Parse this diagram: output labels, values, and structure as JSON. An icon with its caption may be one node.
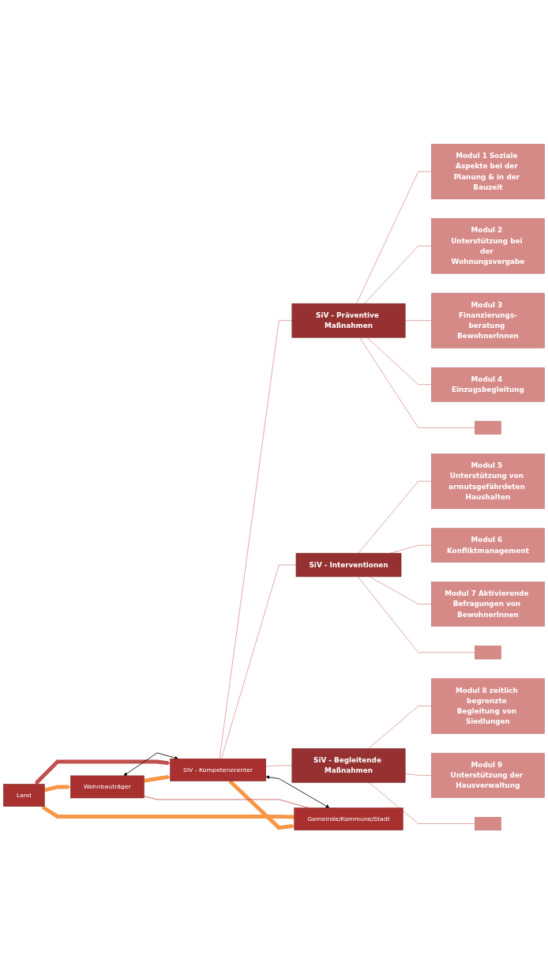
{
  "diagram": {
    "nodes": [
      {
        "text": [
          "Land"
        ]
      },
      {
        "text": [
          "Gemeinde/Kommune/Stadt"
        ]
      },
      {
        "text": [
          "Wohnbauträger"
        ]
      },
      {
        "text": [
          "SiV - Kompetenzcenter"
        ]
      },
      {
        "text": [
          "SiV - Präventive Maßnahmen"
        ]
      },
      {
        "text": [
          "SiV - Interventionen"
        ]
      },
      {
        "text": [
          "SiV - Begleitende Maßnahmen"
        ]
      },
      {
        "text": [
          "Modul 1 Soziale Aspekte bei der Planung & in der Bauzeit"
        ]
      },
      {
        "text": [
          "Modul 2 Unterstützung bei der Wohnungsvergabe"
        ]
      },
      {
        "text": [
          "Modul 3 Finanzierungs-beratung BewohnerInnen"
        ]
      },
      {
        "text": [
          "Modul 4 Einzugsbegleitung"
        ]
      },
      {
        "text": [],
        "shape": "box"
      },
      {
        "text": [
          "Modul 5 Unterstützung von armutsgefährdeten Haushalten"
        ]
      },
      {
        "text": [
          "Modul 6 Konfliktmanagement"
        ]
      },
      {
        "text": [
          "Modul 7 Aktivierende Befragungen von BewohnerInnen"
        ]
      },
      {
        "text": [],
        "shape": "box"
      },
      {
        "text": [
          "Modul 8 zeitlich begrenzte Begleitung von Siedlungen"
        ]
      },
      {
        "text": [
          "Modul 9 Unterstützung der Hausverwaltung"
        ]
      },
      {
        "text": [],
        "shape": "box"
      }
    ],
    "edges": [
      {
        "from": 1,
        "to": 0,
        "arrow": "to",
        "style": "thick",
        "color": "#f79646"
      },
      {
        "from": 0,
        "to": 2,
        "arrow": "to",
        "style": "thick",
        "color": "#f79646"
      },
      {
        "from": 2,
        "to": 3,
        "arrow": "to",
        "style": "thick",
        "color": "#f79646"
      },
      {
        "from": 3,
        "to": 1,
        "arrow": "to",
        "style": "thick",
        "color": "#f79646"
      },
      {
        "from": 0,
        "to": 3,
        "arrow": "both",
        "style": "thick",
        "color": "#c0504d"
      },
      {
        "from": 1,
        "to": 2,
        "arrow": "none",
        "color": "#c0504d"
      },
      {
        "from": 1,
        "to": 3,
        "arrow": "both",
        "color": "#000000"
      },
      {
        "from": 2,
        "to": 3,
        "arrow": "both",
        "color": "#000000"
      },
      {
        "from": 3,
        "to": 4,
        "arrow": "none"
      },
      {
        "from": 3,
        "to": 5,
        "arrow": "none"
      },
      {
        "from": 3,
        "to": 6,
        "arrow": "none"
      },
      {
        "from": 4,
        "to": 7,
        "arrow": "none"
      },
      {
        "from": 4,
        "to": 8,
        "arrow": "none"
      },
      {
        "from": 4,
        "to": 9,
        "arrow": "none"
      },
      {
        "from": 4,
        "to": 10,
        "arrow": "none"
      },
      {
        "from": 4,
        "to": 11,
        "arrow": "none"
      },
      {
        "from": 5,
        "to": 12,
        "arrow": "none"
      },
      {
        "from": 5,
        "to": 13,
        "arrow": "none"
      },
      {
        "from": 5,
        "to": 14,
        "arrow": "none"
      },
      {
        "from": 5,
        "to": 15,
        "arrow": "none"
      },
      {
        "from": 6,
        "to": 16,
        "arrow": "none"
      },
      {
        "from": 6,
        "to": 17,
        "arrow": "none"
      },
      {
        "from": 6,
        "to": 18,
        "arrow": "none"
      }
    ]
  }
}
